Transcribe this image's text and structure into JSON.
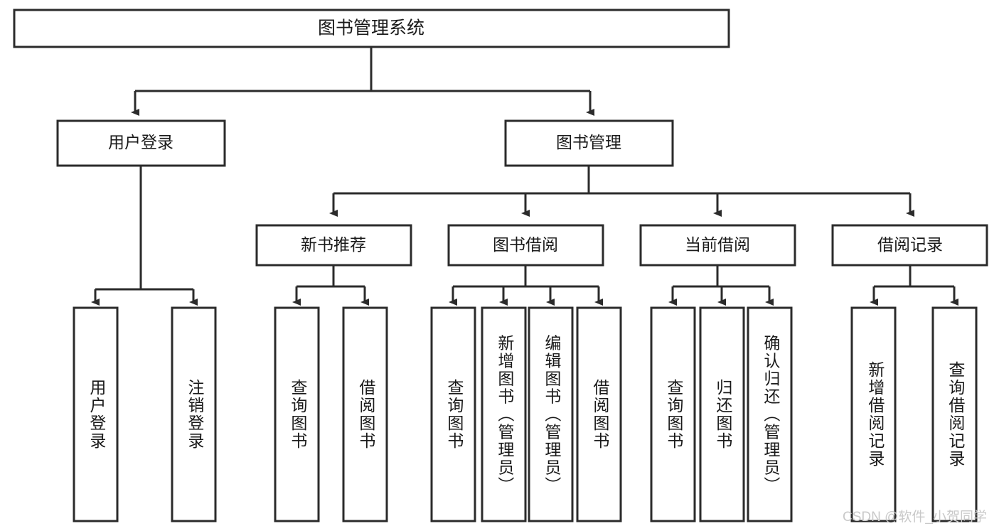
{
  "diagram": {
    "title": "图书管理系统",
    "type": "tree",
    "watermark": "CSDN @软件_小贺同学",
    "colors": {
      "stroke": "#2b2b2b",
      "fill": "#ffffff",
      "text": "#1a1a1a",
      "watermark": "#c9c9c9",
      "background": "#ffffff"
    },
    "root": {
      "label": "图书管理系统"
    },
    "level2": [
      {
        "label": "用户登录"
      },
      {
        "label": "图书管理"
      }
    ],
    "level3": [
      {
        "label": "新书推荐"
      },
      {
        "label": "图书借阅"
      },
      {
        "label": "当前借阅"
      },
      {
        "label": "借阅记录"
      }
    ],
    "leaves": {
      "user_login": [
        {
          "label": "用户登录"
        },
        {
          "label": "注销登录"
        }
      ],
      "new_book_recommend": [
        {
          "label": "查询图书"
        },
        {
          "label": "借阅图书"
        }
      ],
      "book_borrow": [
        {
          "label": "查询图书"
        },
        {
          "label": "新增图书（管理员）"
        },
        {
          "label": "编辑图书（管理员）"
        },
        {
          "label": "借阅图书"
        }
      ],
      "current_borrow": [
        {
          "label": "查询图书"
        },
        {
          "label": "归还图书"
        },
        {
          "label": "确认归还（管理员）"
        }
      ],
      "borrow_record": [
        {
          "label": "新增借阅记录"
        },
        {
          "label": "查询借阅记录"
        }
      ]
    }
  },
  "chart_data": {
    "type": "table",
    "title": "图书管理系统",
    "hierarchy": [
      {
        "name": "图书管理系统",
        "children": [
          {
            "name": "用户登录",
            "children": [
              {
                "name": "用户登录"
              },
              {
                "name": "注销登录"
              }
            ]
          },
          {
            "name": "图书管理",
            "children": [
              {
                "name": "新书推荐",
                "children": [
                  {
                    "name": "查询图书"
                  },
                  {
                    "name": "借阅图书"
                  }
                ]
              },
              {
                "name": "图书借阅",
                "children": [
                  {
                    "name": "查询图书"
                  },
                  {
                    "name": "新增图书（管理员）"
                  },
                  {
                    "name": "编辑图书（管理员）"
                  },
                  {
                    "name": "借阅图书"
                  }
                ]
              },
              {
                "name": "当前借阅",
                "children": [
                  {
                    "name": "查询图书"
                  },
                  {
                    "name": "归还图书"
                  },
                  {
                    "name": "确认归还（管理员）"
                  }
                ]
              },
              {
                "name": "借阅记录",
                "children": [
                  {
                    "name": "新增借阅记录"
                  },
                  {
                    "name": "查询借阅记录"
                  }
                ]
              }
            ]
          }
        ]
      }
    ]
  }
}
